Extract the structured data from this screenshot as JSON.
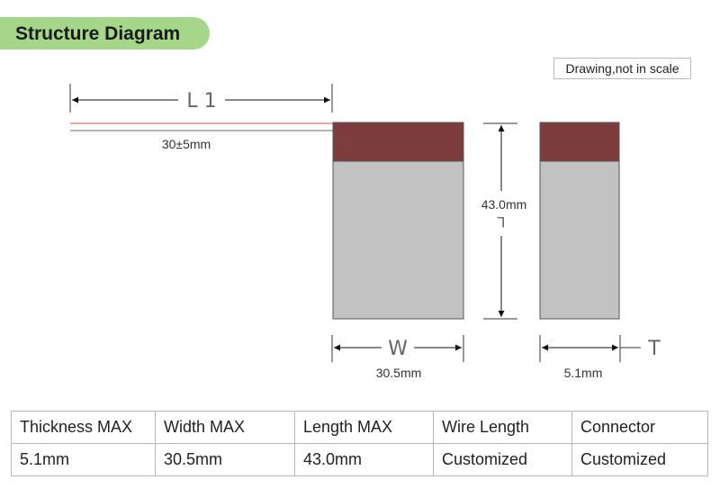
{
  "header": {
    "title": "Structure Diagram",
    "note": "Drawing,not in scale"
  },
  "labels": {
    "l1": "L 1",
    "wire_length": "30±5mm",
    "length": "43.0mm",
    "length_letter": "L",
    "w": "W",
    "width": "30.5mm",
    "t": "T",
    "thickness": "5.1mm"
  },
  "colors": {
    "cap": "#7d3d3d",
    "body": "#c2c2c2",
    "red_wire": "#e88a8a",
    "black_wire": "#9a9a9a",
    "title_bg": "#a6d689"
  },
  "spec_table": {
    "headers": [
      "Thickness MAX",
      "Width MAX",
      "Length MAX",
      "Wire Length",
      "Connector"
    ],
    "values": [
      "5.1mm",
      "30.5mm",
      "43.0mm",
      "Customized",
      "Customized"
    ]
  }
}
